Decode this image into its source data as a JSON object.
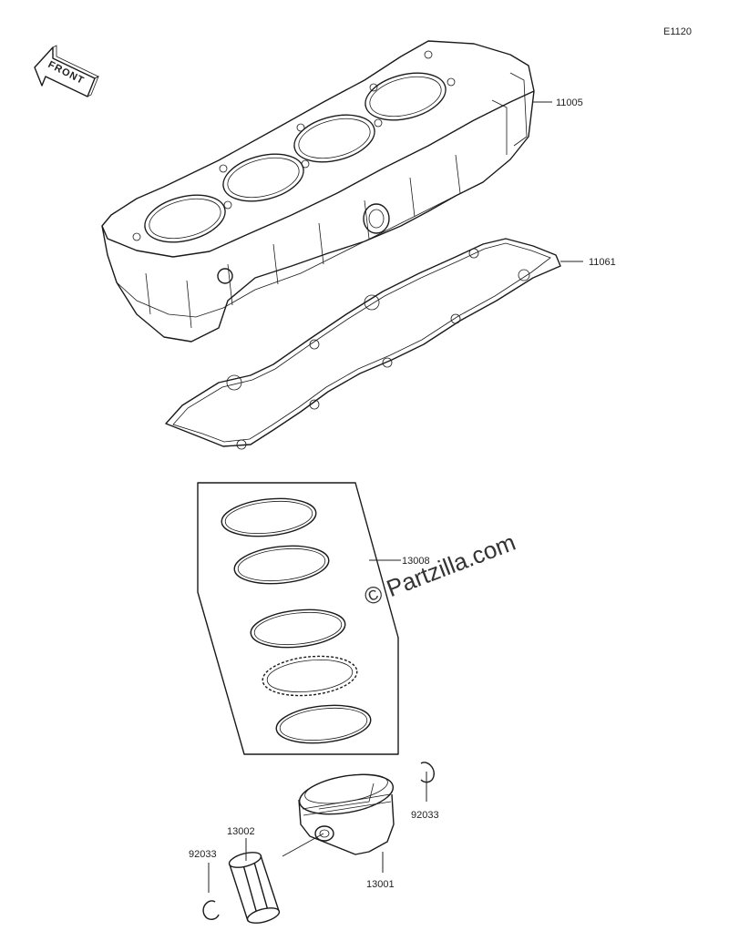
{
  "diagram": {
    "code": "E1120",
    "front_label": "FRONT",
    "watermark": "© Partzilla.com",
    "callouts": {
      "cylinder": "11005",
      "gasket": "11061",
      "rings": "13008",
      "clip_right": "92033",
      "pin": "13002",
      "clip_left": "92033",
      "piston": "13001"
    }
  }
}
